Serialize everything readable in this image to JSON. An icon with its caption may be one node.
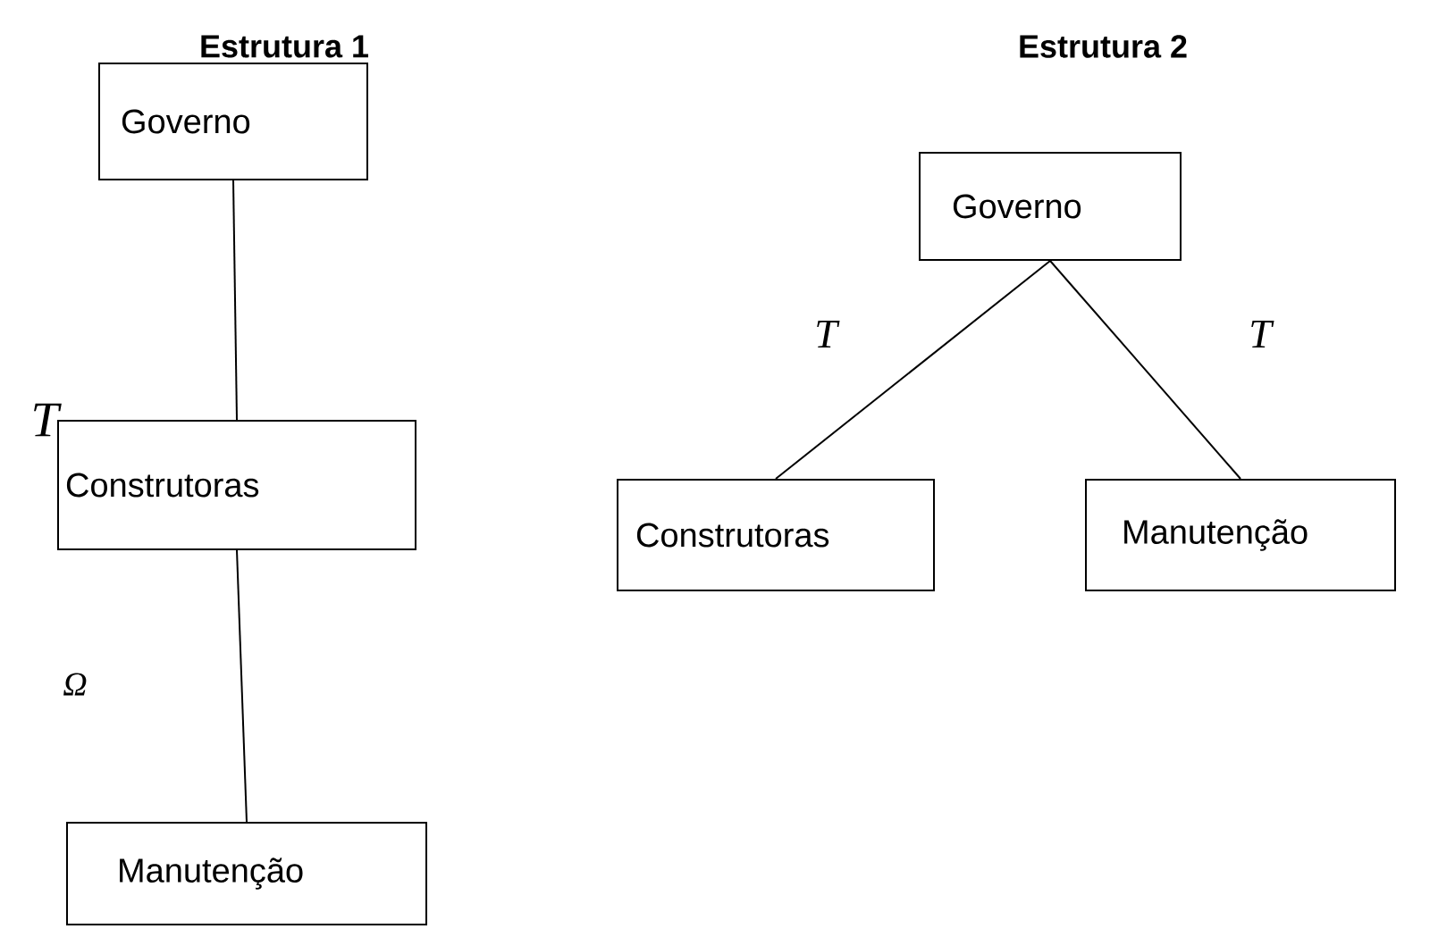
{
  "diagram": {
    "nodes": [
      {
        "text": [
          "Governo"
        ]
      },
      {
        "text": [
          "Construtoras"
        ]
      },
      {
        "text": [
          "Manutenção"
        ]
      },
      {
        "text": [
          "Governo"
        ]
      },
      {
        "text": [
          "Construtoras"
        ]
      },
      {
        "text": [
          "Manutenção"
        ]
      }
    ],
    "edges": [
      {
        "from": 0,
        "to": 1,
        "arrow": "none",
        "label": "T"
      },
      {
        "from": 1,
        "to": 2,
        "arrow": "none",
        "label": "Ω"
      },
      {
        "from": 3,
        "to": 4,
        "arrow": "none",
        "label": "T"
      },
      {
        "from": 3,
        "to": 5,
        "arrow": "none",
        "label": "T"
      }
    ],
    "labels": [
      "Estrutura 1",
      "Estrutura 2"
    ]
  }
}
